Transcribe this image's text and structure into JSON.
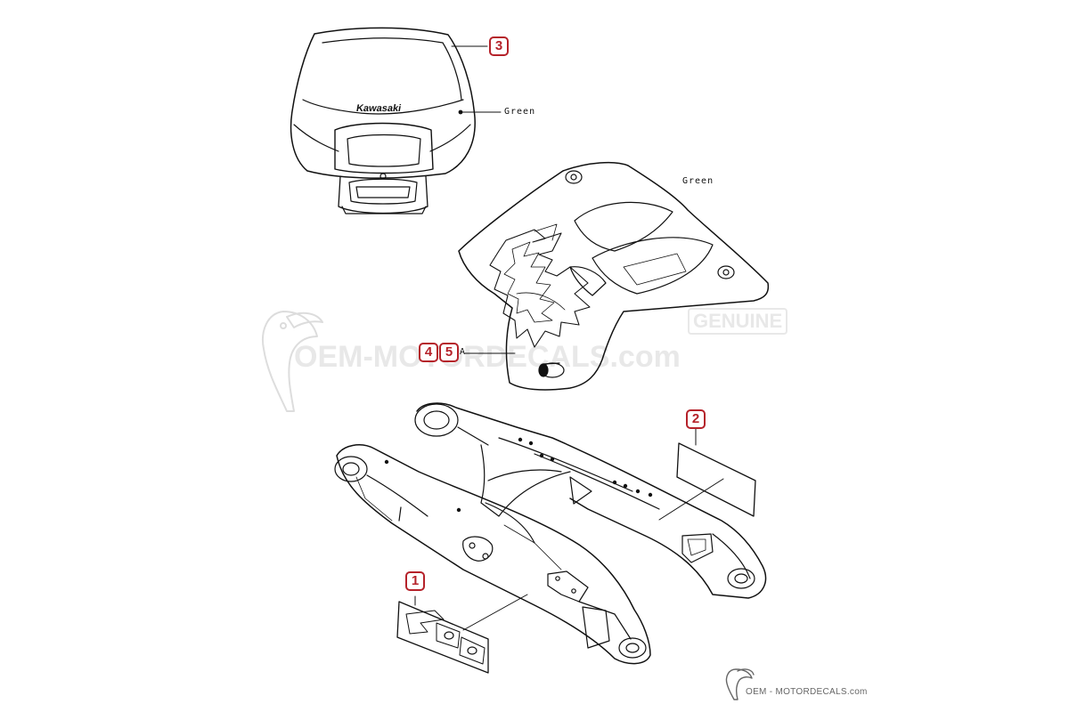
{
  "header": {
    "brand": "Kawasaki"
  },
  "notes": {
    "headlight_color": "Green",
    "side_cover_color": "Green",
    "point_a": "A"
  },
  "callouts": {
    "c1": "1",
    "c2": "2",
    "c3": "3",
    "c4": "4",
    "c5": "5"
  },
  "watermark": {
    "badge": "GENUINE",
    "site": "OEM-MOTORDECALS.com"
  },
  "footer": {
    "brand": "OEM - MOTORDECALS.com"
  },
  "colors": {
    "callout": "#b5222a",
    "line": "#111111",
    "watermark": "#c8c8c8"
  }
}
